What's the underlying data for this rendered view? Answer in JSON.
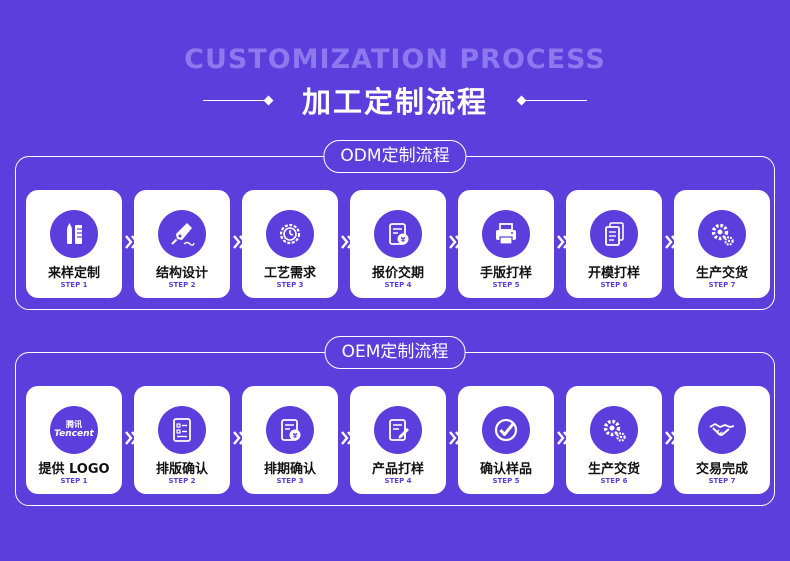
{
  "header": {
    "english_title": "CUSTOMIZATION PROCESS",
    "chinese_title": "加工定制流程"
  },
  "odm": {
    "title": "ODM定制流程",
    "steps": [
      {
        "label": "来样定制",
        "step": "STEP 1",
        "icon": "pen-ruler-icon"
      },
      {
        "label": "结构设计",
        "step": "STEP 2",
        "icon": "fountain-pen-icon"
      },
      {
        "label": "工艺需求",
        "step": "STEP 3",
        "icon": "gear-clock-icon"
      },
      {
        "label": "报价交期",
        "step": "STEP 4",
        "icon": "price-document-icon"
      },
      {
        "label": "手版打样",
        "step": "STEP 5",
        "icon": "printer-icon"
      },
      {
        "label": "开模打样",
        "step": "STEP 6",
        "icon": "documents-icon"
      },
      {
        "label": "生产交货",
        "step": "STEP 7",
        "icon": "gears-icon"
      }
    ]
  },
  "oem": {
    "title": "OEM定制流程",
    "steps": [
      {
        "label": "提供 LOGO",
        "step": "STEP 1",
        "icon": "tencent-logo-icon",
        "logo_cn": "腾讯",
        "logo_en": "Tencent"
      },
      {
        "label": "排版确认",
        "step": "STEP 2",
        "icon": "checklist-document-icon"
      },
      {
        "label": "排期确认",
        "step": "STEP 3",
        "icon": "price-document-icon"
      },
      {
        "label": "产品打样",
        "step": "STEP 4",
        "icon": "edit-document-icon"
      },
      {
        "label": "确认样品",
        "step": "STEP 5",
        "icon": "check-circle-icon"
      },
      {
        "label": "生产交货",
        "step": "STEP 6",
        "icon": "gears-icon"
      },
      {
        "label": "交易完成",
        "step": "STEP 7",
        "icon": "handshake-icon"
      }
    ]
  },
  "colors": {
    "background": "#5a3fdc",
    "card": "#ffffff",
    "step_text": "#5a3fdc"
  }
}
